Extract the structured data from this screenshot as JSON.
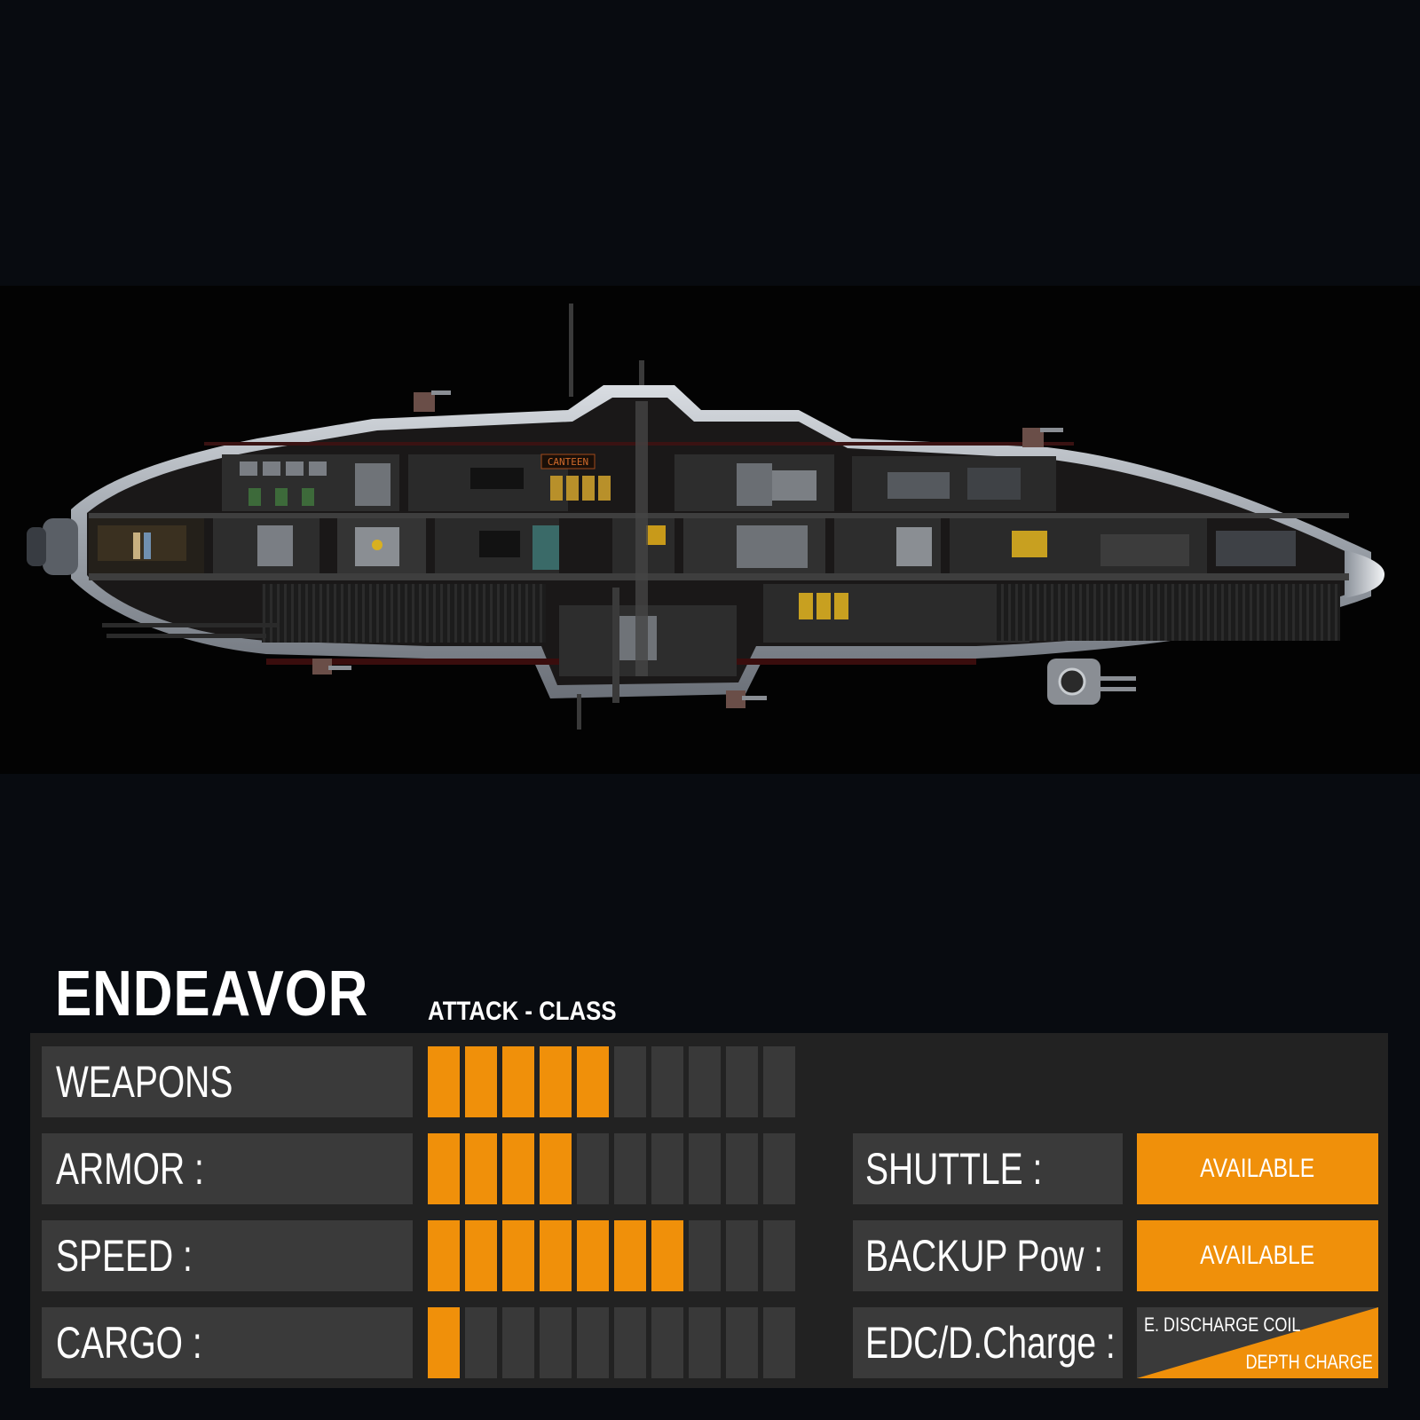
{
  "ship": {
    "name": "ENDEAVOR",
    "class": "ATTACK - CLASS",
    "canteen_sign": "CANTEEN"
  },
  "stats": {
    "max_level": 10,
    "items": [
      {
        "label": "WEAPONS",
        "level": 5
      },
      {
        "label": "ARMOR :",
        "level": 4
      },
      {
        "label": "SPEED :",
        "level": 7
      },
      {
        "label": "CARGO :",
        "level": 1
      }
    ]
  },
  "options": [
    {
      "label": "SHUTTLE :",
      "value": "AVAILABLE"
    },
    {
      "label": "BACKUP Pow :",
      "value": "AVAILABLE"
    },
    {
      "label": "EDC/D.Charge :",
      "value_top": "E. DISCHARGE COIL",
      "value_bottom": "DEPTH CHARGE"
    }
  ],
  "colors": {
    "accent": "#f0900a",
    "segment_off": "#393939",
    "label_bg": "#3a3a3a",
    "panel_bg": "#222222",
    "background": "#080b10"
  }
}
